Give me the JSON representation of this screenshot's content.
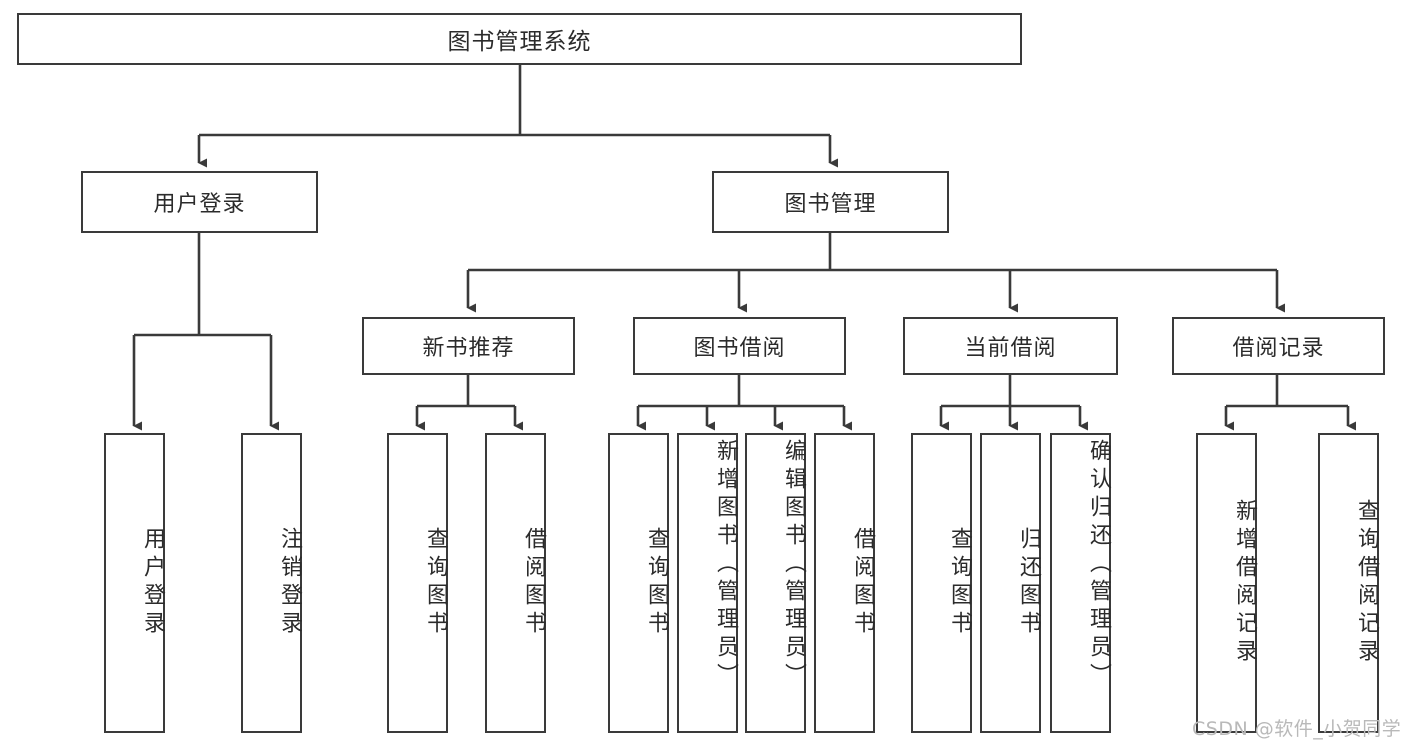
{
  "diagram": {
    "title": "图书管理系统",
    "type": "tree-hierarchy-chart",
    "root": {
      "label": "图书管理系统"
    },
    "tier2": [
      {
        "label": "用户登录"
      },
      {
        "label": "图书管理"
      }
    ],
    "tier3": [
      {
        "label": "新书推荐"
      },
      {
        "label": "图书借阅"
      },
      {
        "label": "当前借阅"
      },
      {
        "label": "借阅记录"
      }
    ],
    "leaves": {
      "user_login": [
        {
          "label": "用户登录"
        },
        {
          "label": "注销登录"
        }
      ],
      "new_book_recommend": [
        {
          "label": "查询图书"
        },
        {
          "label": "借阅图书"
        }
      ],
      "book_borrow": [
        {
          "label": "查询图书"
        },
        {
          "label": "新增图书（管理员）"
        },
        {
          "label": "编辑图书（管理员）"
        },
        {
          "label": "借阅图书"
        }
      ],
      "current_borrow": [
        {
          "label": "查询图书"
        },
        {
          "label": "归还图书"
        },
        {
          "label": "确认归还（管理员）"
        }
      ],
      "borrow_record": [
        {
          "label": "新增借阅记录"
        },
        {
          "label": "查询借阅记录"
        }
      ]
    }
  },
  "watermark": {
    "text": "CSDN @软件_小贺同学"
  },
  "colors": {
    "border": "#3a3a3a",
    "text": "#2b2b2b",
    "background": "#ffffff",
    "watermark": "#b9b9b9"
  }
}
